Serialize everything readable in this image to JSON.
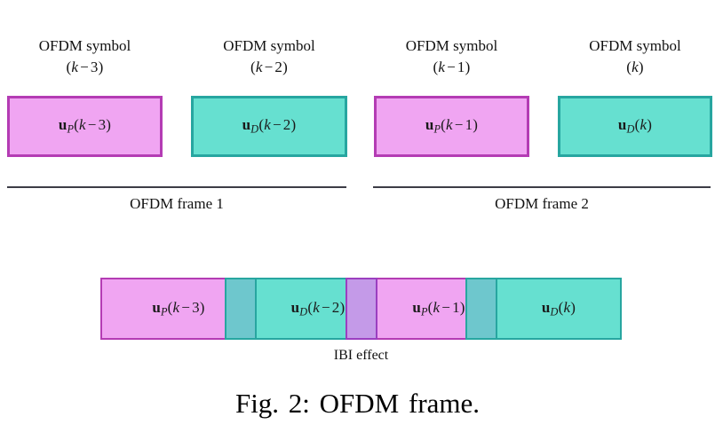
{
  "figure": {
    "caption": "Fig. 2: OFDM frame.",
    "ibi_label": "IBI effect"
  },
  "symbols": [
    {
      "caption_line1": "OFDM symbol",
      "caption_line2_open": "(",
      "caption_line2_var": "k",
      "caption_line2_op": "−",
      "caption_line2_num": "3",
      "caption_line2_close": ")",
      "vector": "u",
      "subscript": "P",
      "arg_open": "(",
      "arg_var": "k",
      "arg_op": "−",
      "arg_num": "3",
      "arg_close": ")",
      "type": "pilot",
      "fill": "#f0a5f2",
      "stroke": "#b43cb4"
    },
    {
      "caption_line1": "OFDM symbol",
      "caption_line2_open": "(",
      "caption_line2_var": "k",
      "caption_line2_op": "−",
      "caption_line2_num": "2",
      "caption_line2_close": ")",
      "vector": "u",
      "subscript": "D",
      "arg_open": "(",
      "arg_var": "k",
      "arg_op": "−",
      "arg_num": "2",
      "arg_close": ")",
      "type": "data",
      "fill": "#66e0d0",
      "stroke": "#27a6a0"
    },
    {
      "caption_line1": "OFDM symbol",
      "caption_line2_open": "(",
      "caption_line2_var": "k",
      "caption_line2_op": "−",
      "caption_line2_num": "1",
      "caption_line2_close": ")",
      "vector": "u",
      "subscript": "P",
      "arg_open": "(",
      "arg_var": "k",
      "arg_op": "−",
      "arg_num": "1",
      "arg_close": ")",
      "type": "pilot",
      "fill": "#f0a5f2",
      "stroke": "#b43cb4"
    },
    {
      "caption_line1": "OFDM symbol",
      "caption_line2_open": "(",
      "caption_line2_var": "k",
      "caption_line2_op": "",
      "caption_line2_num": "",
      "caption_line2_close": ")",
      "vector": "u",
      "subscript": "D",
      "arg_open": "(",
      "arg_var": "k",
      "arg_op": "",
      "arg_num": "",
      "arg_close": ")",
      "type": "data",
      "fill": "#66e0d0",
      "stroke": "#27a6a0"
    }
  ],
  "frames": [
    {
      "label": "OFDM frame 1"
    },
    {
      "label": "OFDM frame 2"
    }
  ],
  "ibi_segments": [
    {
      "vector": "u",
      "subscript": "P",
      "arg_open": "(",
      "arg_var": "k",
      "arg_op": "−",
      "arg_num": "3",
      "arg_close": ")",
      "kind": "pilot"
    },
    {
      "vector": "u",
      "subscript": "D",
      "arg_open": "(",
      "arg_var": "k",
      "arg_op": "−",
      "arg_num": "2",
      "arg_close": ")",
      "kind": "data"
    },
    {
      "vector": "u",
      "subscript": "P",
      "arg_open": "(",
      "arg_var": "k",
      "arg_op": "−",
      "arg_num": "1",
      "arg_close": ")",
      "kind": "pilot"
    },
    {
      "vector": "u",
      "subscript": "D",
      "arg_open": "(",
      "arg_var": "k",
      "arg_op": "",
      "arg_num": "",
      "arg_close": ")",
      "kind": "data"
    }
  ],
  "colors": {
    "pilot_fill": "#f0a5f2",
    "pilot_stroke": "#b43cb4",
    "data_fill": "#66e0d0",
    "data_stroke": "#27a6a0",
    "overlap_teal": "#6ec7cd",
    "overlap_purple": "#c49ae8",
    "rule_color": "#3c3c46",
    "text_color": "#111111"
  }
}
